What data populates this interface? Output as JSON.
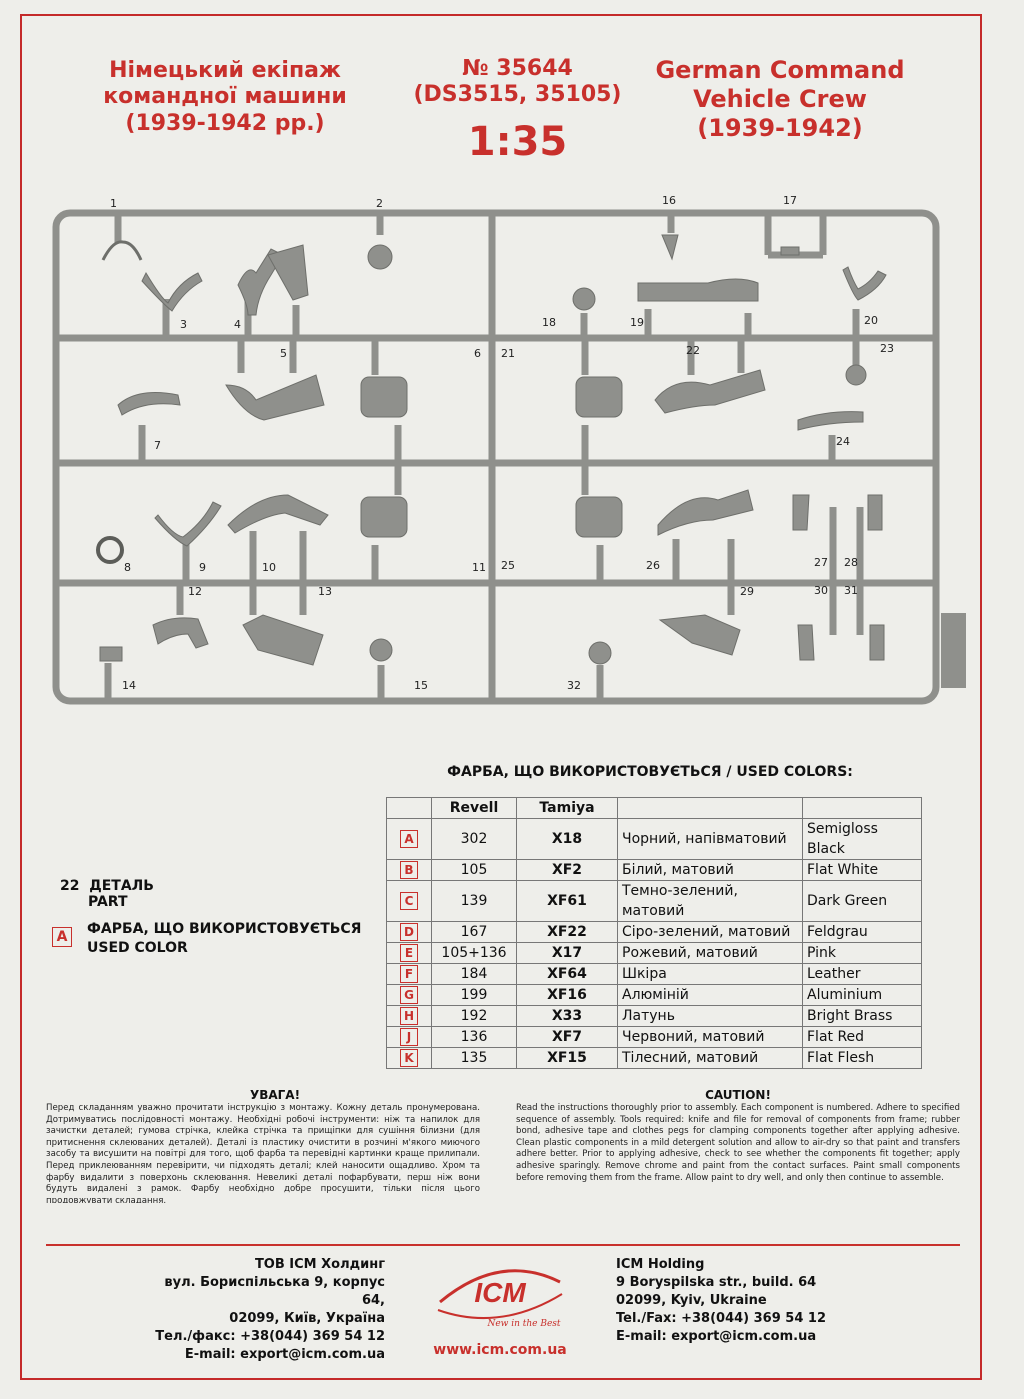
{
  "header": {
    "ua_title": [
      "Німецький екіпаж",
      "командної машини",
      "(1939-1942 рр.)"
    ],
    "kit_number": "№ 35644",
    "kit_alt": "(DS3515, 35105)",
    "scale": "1:35",
    "en_title": [
      "German Command",
      "Vehicle Crew",
      "(1939-1942)"
    ]
  },
  "sprue_labels": [
    "1",
    "2",
    "3",
    "4",
    "5",
    "6",
    "7",
    "8",
    "9",
    "10",
    "11",
    "12",
    "13",
    "14",
    "15",
    "16",
    "17",
    "18",
    "19",
    "20",
    "21",
    "22",
    "23",
    "24",
    "25",
    "26",
    "27",
    "28",
    "29",
    "30",
    "31",
    "32"
  ],
  "colors": {
    "title": "ФАРБА, ЩО ВИКОРИСТОВУЄТЬСЯ / USED COLORS:",
    "headers": [
      "",
      "Revell",
      "Tamiya",
      "",
      ""
    ],
    "rows": [
      {
        "code": "A",
        "revell": "302",
        "tamiya": "X18",
        "ua": "Чорний, напівматовий",
        "en": "Semigloss Black"
      },
      {
        "code": "B",
        "revell": "105",
        "tamiya": "XF2",
        "ua": "Білий, матовий",
        "en": "Flat White"
      },
      {
        "code": "C",
        "revell": "139",
        "tamiya": "XF61",
        "ua": "Темно-зелений, матовий",
        "en": "Dark Green"
      },
      {
        "code": "D",
        "revell": "167",
        "tamiya": "XF22",
        "ua": "Сіро-зелений, матовий",
        "en": "Feldgrau"
      },
      {
        "code": "E",
        "revell": "105+136",
        "tamiya": "X17",
        "ua": "Рожевий, матовий",
        "en": "Pink"
      },
      {
        "code": "F",
        "revell": "184",
        "tamiya": "XF64",
        "ua": "Шкіра",
        "en": "Leather"
      },
      {
        "code": "G",
        "revell": "199",
        "tamiya": "XF16",
        "ua": "Алюміній",
        "en": "Aluminium"
      },
      {
        "code": "H",
        "revell": "192",
        "tamiya": "X33",
        "ua": "Латунь",
        "en": "Bright Brass"
      },
      {
        "code": "J",
        "revell": "136",
        "tamiya": "XF7",
        "ua": "Червоний, матовий",
        "en": "Flat Red"
      },
      {
        "code": "K",
        "revell": "135",
        "tamiya": "XF15",
        "ua": "Тілесний, матовий",
        "en": "Flat Flesh"
      }
    ]
  },
  "legend": {
    "part_number": "22",
    "part_ua": "ДЕТАЛЬ",
    "part_en": "PART",
    "color_code": "A",
    "color_ua": "ФАРБА, ЩО ВИКОРИСТОВУЄТЬСЯ",
    "color_en": "USED COLOR"
  },
  "caution_ua": {
    "heading": "УВАГА!",
    "text": "Перед складанням уважно прочитати інструкцію з монтажу. Кожну деталь пронумерована. Дотримуватись послідовності монтажу. Необхідні робочі інструменти: ніж та напилок для зачистки деталей; гумова стрічка, клейка стрічка та прищіпки для сушіння білизни (для притиснення склеюваних деталей). Деталі із пластику очистити в розчині м'якого миючого засобу та висушити на повітрі для того, щоб фарба та перевідні картинки краще прилипали. Перед приклеюванням перевірити, чи підходять деталі; клей наносити ощадливо. Хром та фарбу видалити з поверхонь склеювання. Невеликі деталі пофарбувати, перш ніж вони будуть видалені з рамок. Фарбу необхідно добре просушити, тільки після цього продовжувати складання."
  },
  "caution_en": {
    "heading": "CAUTION!",
    "text": "Read the instructions thoroughly prior to assembly. Each component is numbered. Adhere to specified sequence of assembly. Tools required: knife and file for removal of components from frame; rubber bond, adhesive tape and clothes pegs for clamping components together after applying adhesive. Clean plastic components in a mild detergent solution and allow to air-dry so that paint and transfers adhere better. Prior to applying adhesive, check to see whether the components fit together; apply adhesive sparingly. Remove chrome and paint from the contact surfaces. Paint small components before removing them from the frame. Allow paint to dry well, and only then continue to assemble."
  },
  "footer": {
    "ua_lines": [
      "ТОВ ICM Холдинг",
      "вул. Бориспільська 9, корпус 64,",
      "02099, Київ, Україна",
      "Тел./факс: +38(044) 369 54 12",
      "E-mail: export@icm.com.ua"
    ],
    "en_lines": [
      "ICM Holding",
      "9 Boryspilska str., build. 64",
      "02099, Kyiv, Ukraine",
      "Tel./Fax: +38(044) 369 54 12",
      "E-mail: export@icm.com.ua"
    ],
    "logo_text": "ICM",
    "logo_tagline": "New in the Best",
    "url": "www.icm.com.ua"
  },
  "colors_style": {
    "accent": "#c8302c",
    "sprue": "#8f908c",
    "paper": "#eeeeea"
  }
}
